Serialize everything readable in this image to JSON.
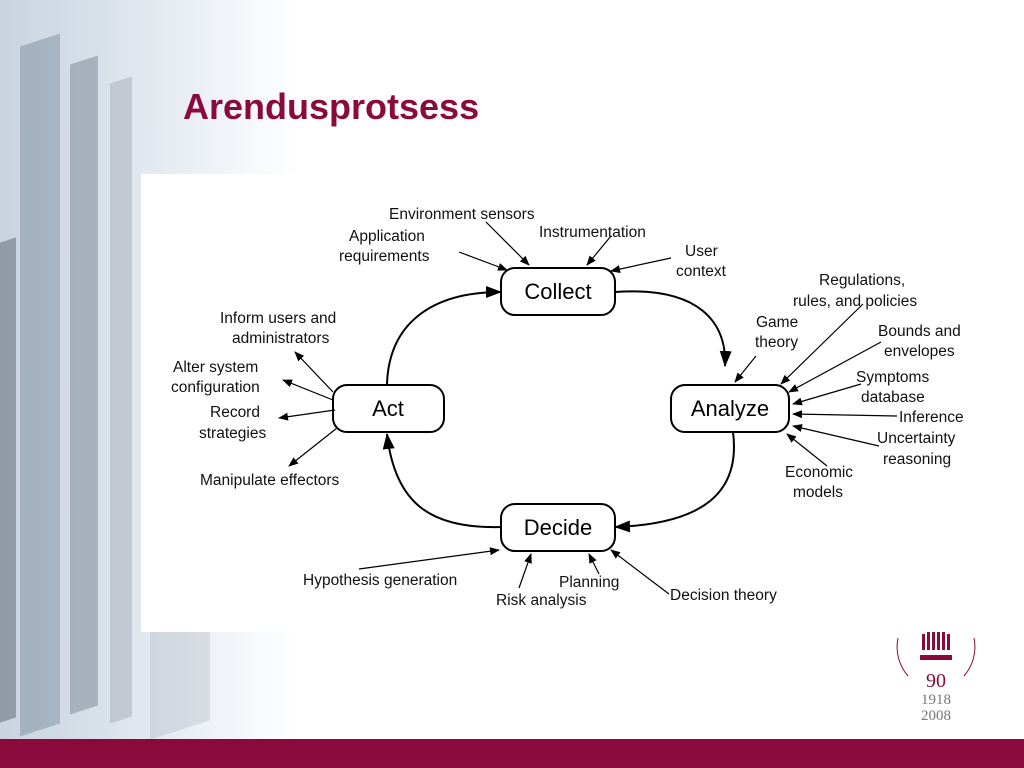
{
  "slide": {
    "title": "Arendusprotsess",
    "accent_color": "#8b0a3c"
  },
  "diagram": {
    "nodes": {
      "collect": "Collect",
      "analyze": "Analyze",
      "decide": "Decide",
      "act": "Act"
    },
    "collect_inputs": {
      "environment_sensors": "Environment sensors",
      "application_requirements": [
        "Application",
        "requirements"
      ],
      "instrumentation": "Instrumentation",
      "user_context": [
        "User",
        "context"
      ]
    },
    "analyze_inputs": {
      "regulations": [
        "Regulations,",
        "rules, and policies"
      ],
      "game_theory": [
        "Game",
        "theory"
      ],
      "bounds": [
        "Bounds and",
        "envelopes"
      ],
      "symptoms": [
        "Symptoms",
        "database"
      ],
      "inference": "Inference",
      "uncertainty": [
        "Uncertainty",
        "reasoning"
      ],
      "economic": [
        "Economic",
        "models"
      ]
    },
    "decide_inputs": {
      "hypothesis": "Hypothesis generation",
      "risk": "Risk analysis",
      "planning": "Planning",
      "decision_theory": "Decision theory"
    },
    "act_outputs": {
      "inform": [
        "Inform users and",
        "administrators"
      ],
      "alter": [
        "Alter system",
        "configuration"
      ],
      "record": [
        "Record",
        "strategies"
      ],
      "manipulate": "Manipulate effectors"
    }
  },
  "logo": {
    "number": "90",
    "year_start": "1918",
    "year_end": "2008"
  }
}
